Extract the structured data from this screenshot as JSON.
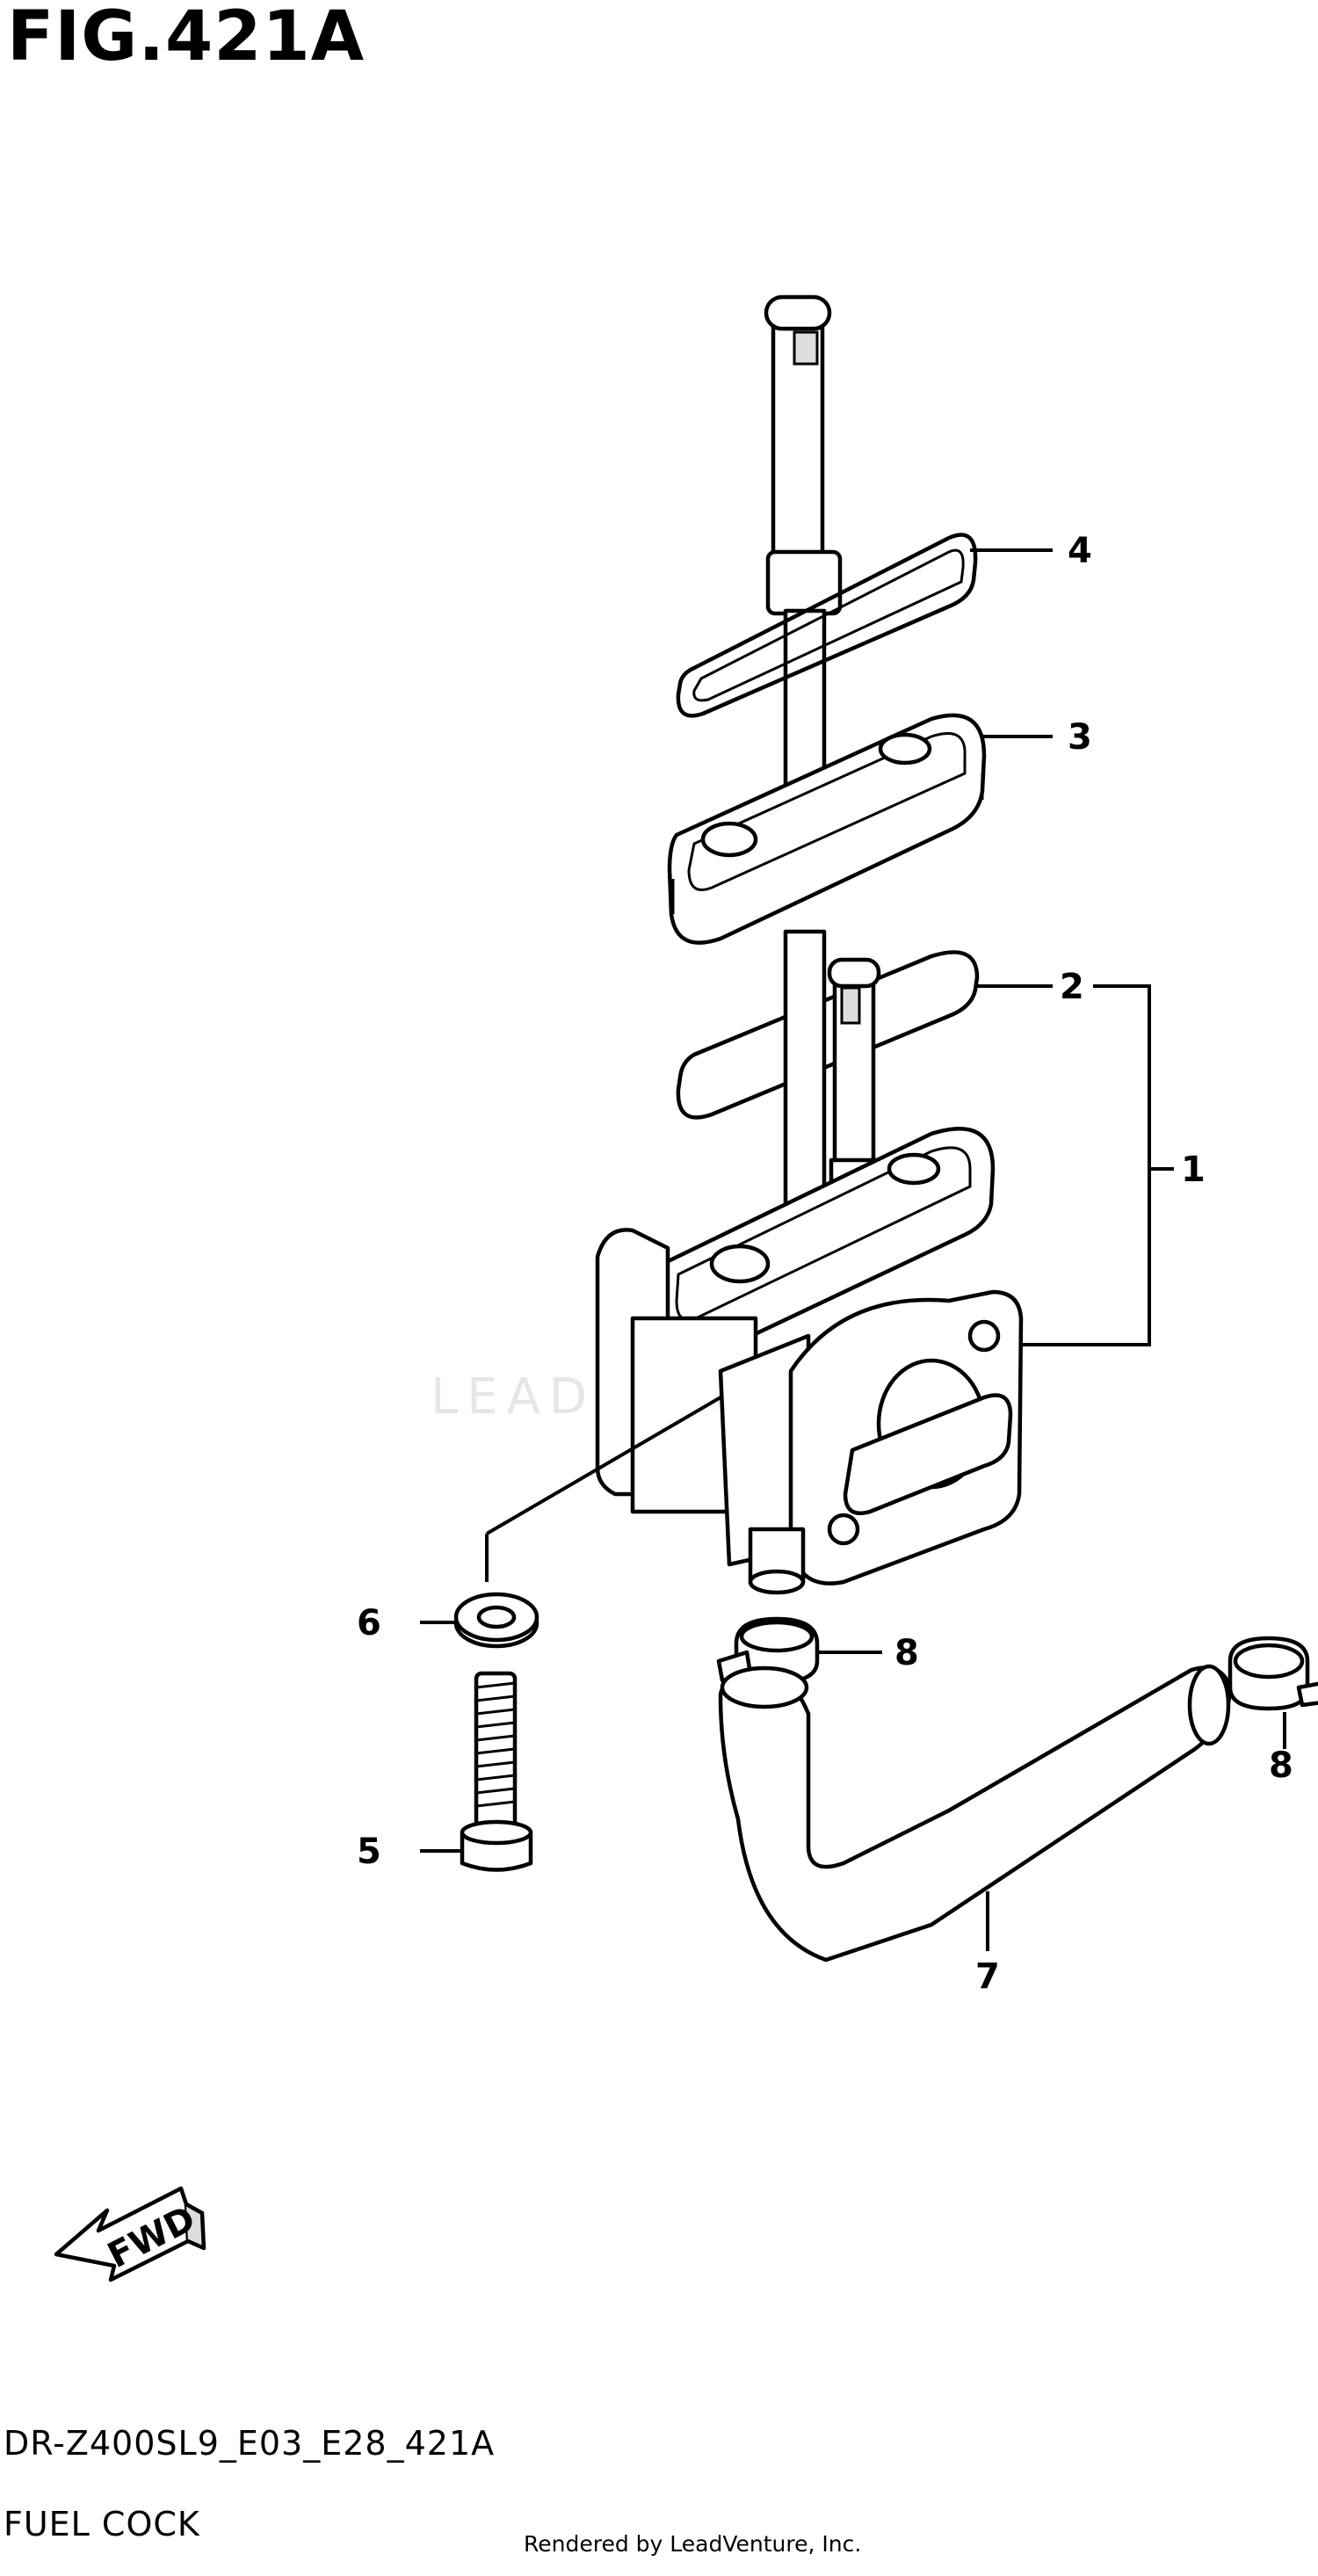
{
  "figure": {
    "title": "FIG.421A"
  },
  "callouts": [
    {
      "id": "4",
      "label": "4"
    },
    {
      "id": "3",
      "label": "3"
    },
    {
      "id": "2",
      "label": "2"
    },
    {
      "id": "1",
      "label": "1"
    },
    {
      "id": "6",
      "label": "6"
    },
    {
      "id": "8a",
      "label": "8"
    },
    {
      "id": "8b",
      "label": "8"
    },
    {
      "id": "5",
      "label": "5"
    },
    {
      "id": "7",
      "label": "7"
    }
  ],
  "direction_marker": {
    "label": "FWD"
  },
  "watermark": {
    "text": "LEADVENTURE"
  },
  "footer": {
    "model_code": "DR-Z400SL9_E03_E28_421A",
    "section_name": "FUEL COCK",
    "credit": "Rendered by LeadVenture, Inc."
  }
}
